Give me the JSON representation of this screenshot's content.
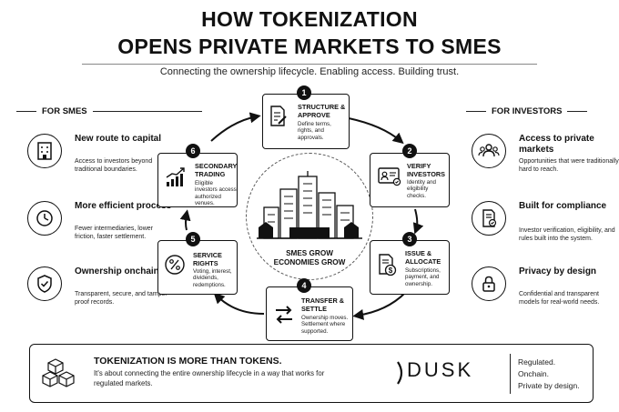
{
  "header": {
    "title_line1": "HOW TOKENIZATION",
    "title_line2": "OPENS PRIVATE MARKETS TO SMES",
    "subtitle": "Connecting the ownership lifecycle. Enabling access. Building trust."
  },
  "left": {
    "heading": "FOR SMES",
    "items": [
      {
        "title": "New route to capital",
        "desc": "Access to investors beyond traditional boundaries.",
        "icon": "building-icon"
      },
      {
        "title": "More efficient process",
        "desc": "Fewer intermediaries, lower friction, faster settlement.",
        "icon": "clock-icon"
      },
      {
        "title": "Ownership onchain",
        "desc": "Transparent, secure, and tamper-proof records.",
        "icon": "shield-check-icon"
      }
    ]
  },
  "right": {
    "heading": "FOR INVESTORS",
    "items": [
      {
        "title": "Access to private markets",
        "desc": "Opportunities that were traditionally hard to reach.",
        "icon": "people-group-icon"
      },
      {
        "title": "Built for compliance",
        "desc": "Investor verification, eligibility, and rules built into the system.",
        "icon": "document-check-icon"
      },
      {
        "title": "Privacy by design",
        "desc": "Confidential and transparent models for real-world needs.",
        "icon": "padlock-icon"
      }
    ]
  },
  "steps": [
    {
      "num": "1",
      "title": "STRUCTURE & APPROVE",
      "desc": "Define terms, rights, and approvals.",
      "icon": "document-edit-icon"
    },
    {
      "num": "2",
      "title": "VERIFY INVESTORS",
      "desc": "Identity and eligibility checks.",
      "icon": "id-card-icon"
    },
    {
      "num": "3",
      "title": "ISSUE & ALLOCATE",
      "desc": "Subscriptions, payment, and ownership.",
      "icon": "document-dollar-icon"
    },
    {
      "num": "4",
      "title": "TRANSFER & SETTLE",
      "desc": "Ownership moves. Settlement where supported.",
      "icon": "transfer-arrows-icon"
    },
    {
      "num": "5",
      "title": "SERVICE RIGHTS",
      "desc": "Voting, interest, dividends, redemptions.",
      "icon": "percent-icon"
    },
    {
      "num": "6",
      "title": "SECONDARY TRADING",
      "desc": "Eligible investors access authorized venues.",
      "icon": "growth-chart-icon"
    }
  ],
  "hub": {
    "line1": "SMES GROW",
    "line2": "ECONOMIES GROW"
  },
  "footer": {
    "title": "TOKENIZATION IS MORE THAN TOKENS.",
    "desc": "It's about connecting the entire ownership lifecycle in a way that works for regulated markets.",
    "brand": "DUSK",
    "tags": [
      "Regulated.",
      "Onchain.",
      "Private by design."
    ]
  }
}
